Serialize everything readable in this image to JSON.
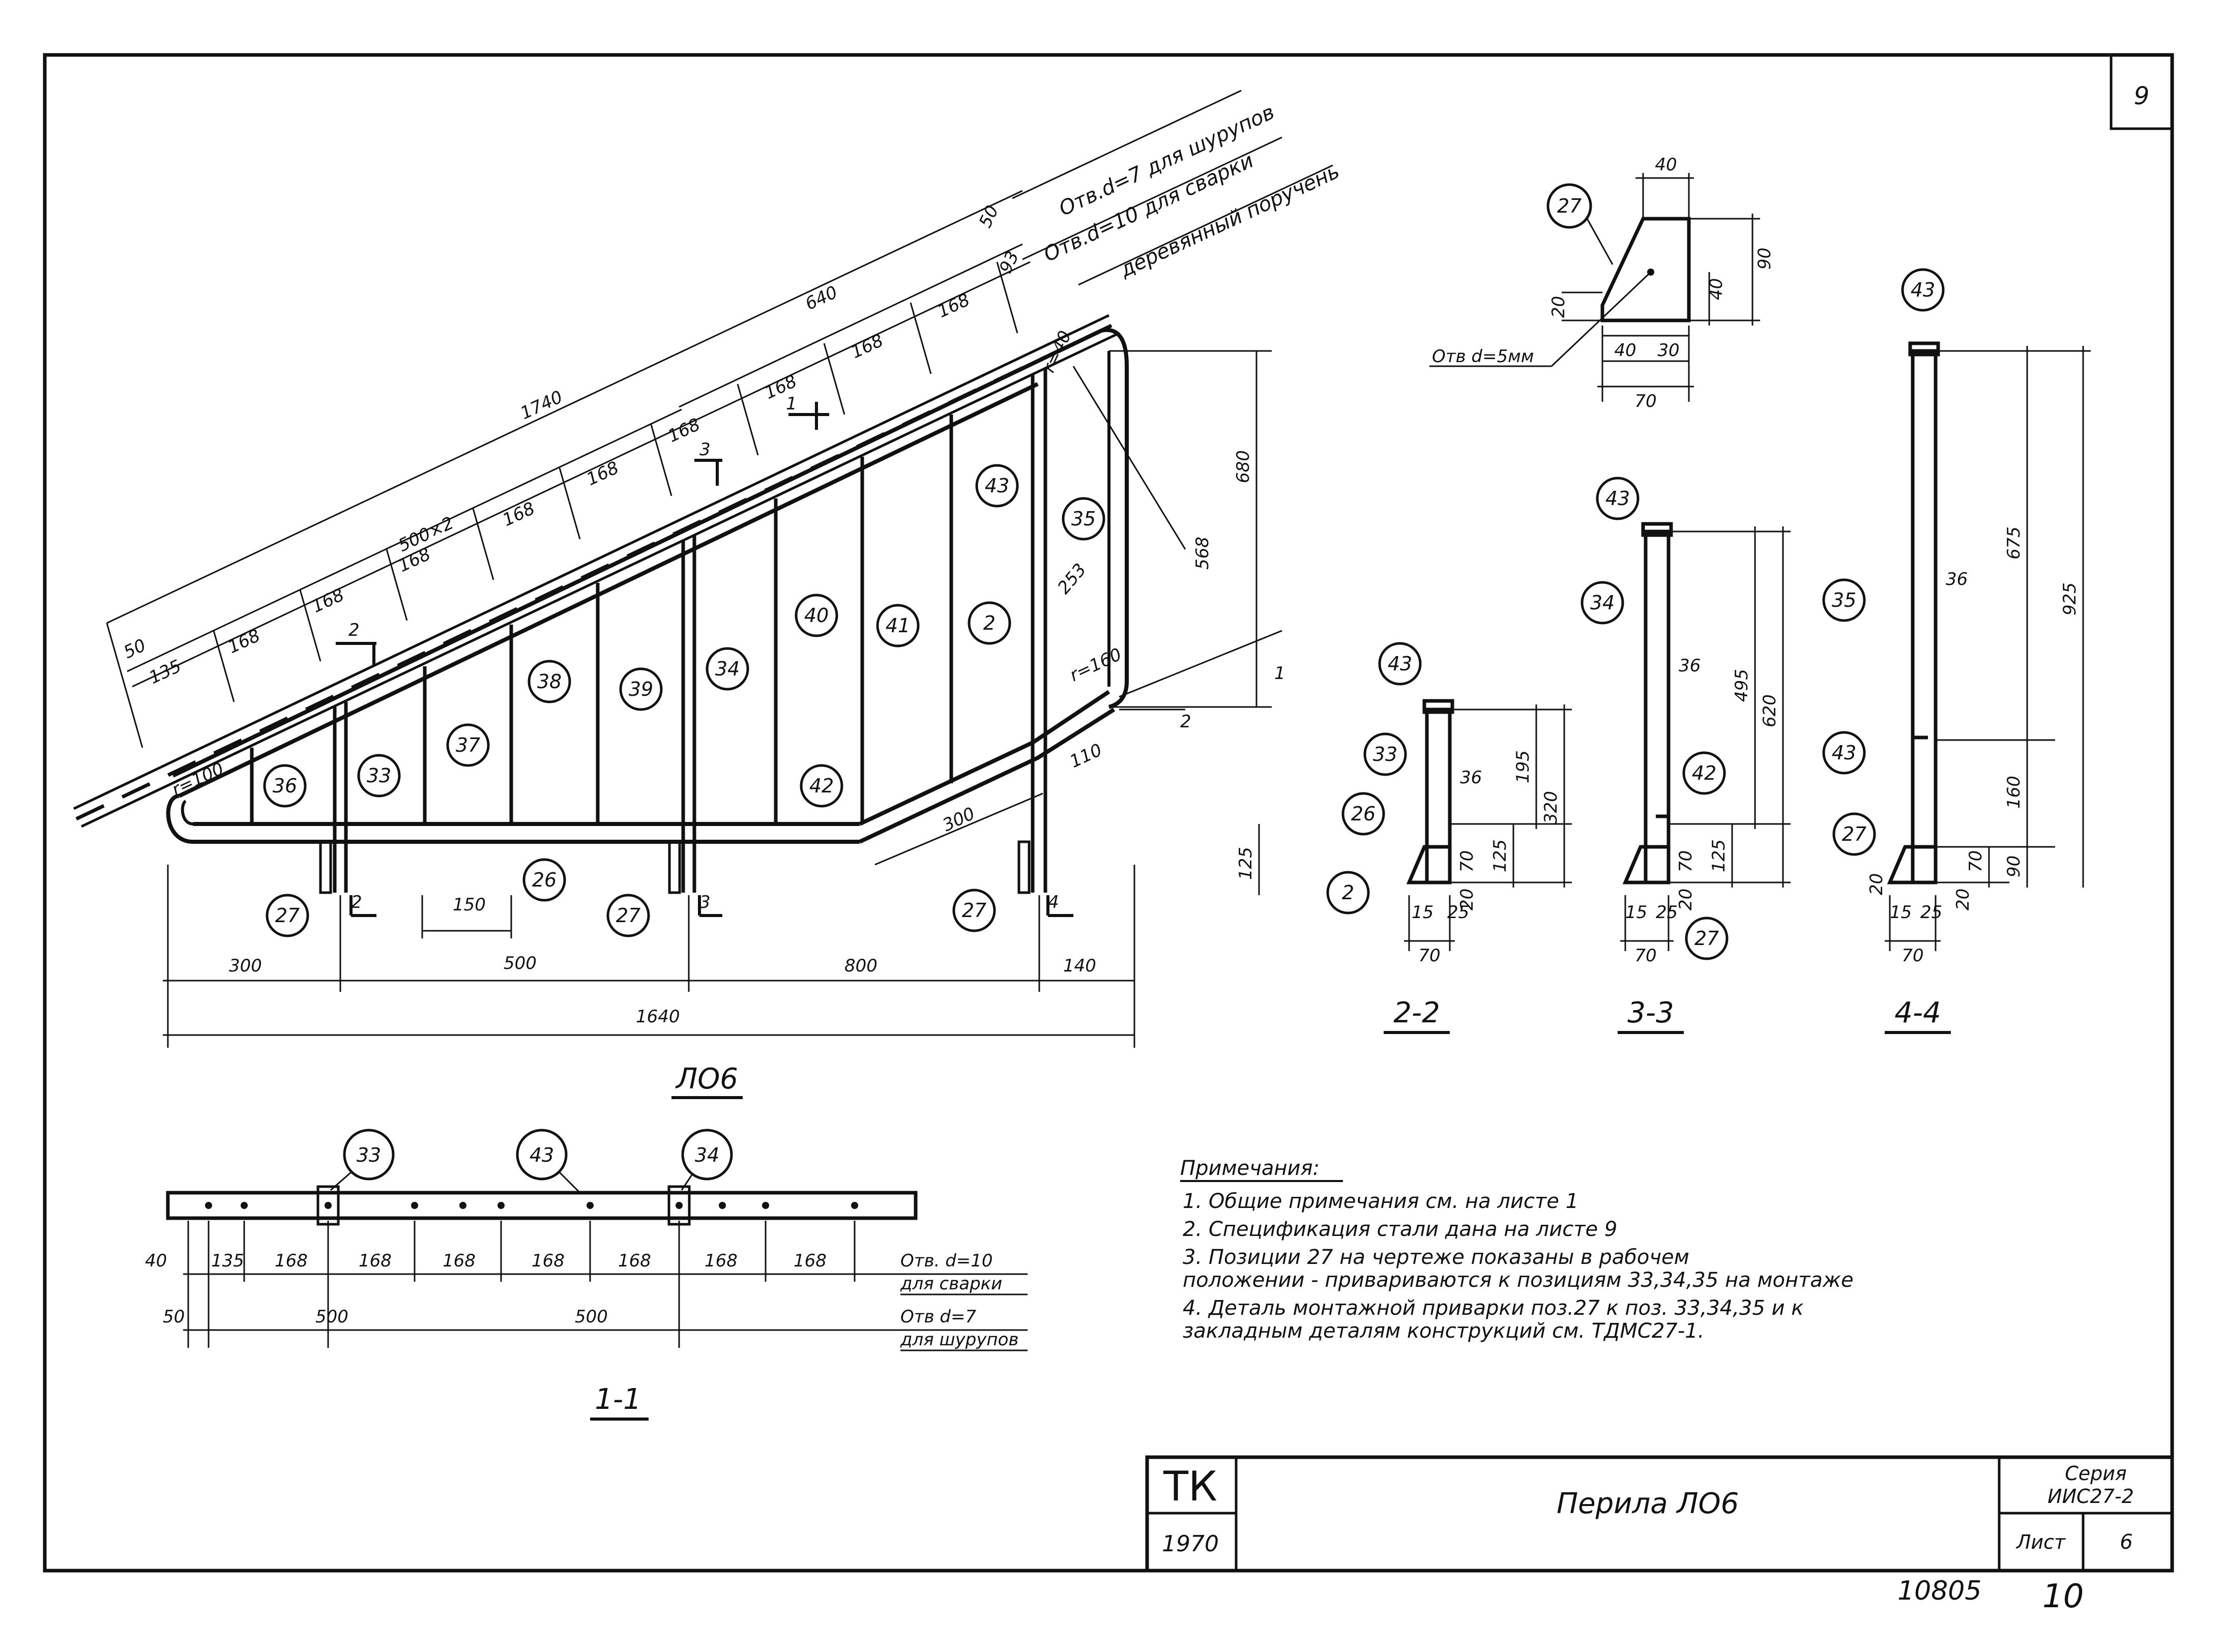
{
  "sheet": {
    "corner_number": "9",
    "bottom_number": "10805",
    "bottom_handwritten": "10"
  },
  "title_block": {
    "org": "ТК",
    "year": "1970",
    "title": "Перила ЛО6",
    "series_label": "Серия",
    "series": "ИИС27-2",
    "sheet_label": "Лист",
    "sheet_no": "6"
  },
  "main_view": {
    "label": "ЛО6",
    "handrail_length": "1740",
    "dim_640": "640",
    "dim_500x2": "500×2",
    "dim_168": "168",
    "dim_50": "50",
    "dim_135": "135",
    "dim_93": "93",
    "dim_680": "680",
    "dim_568": "568",
    "dim_253": "253",
    "dim_300": "300",
    "dim_500": "500",
    "dim_800": "800",
    "dim_140": "140",
    "dim_1640": "1640",
    "dim_150": "150",
    "dim_125": "125",
    "dim_110": "110",
    "dim_300b": "300",
    "radius_40": "r=40",
    "radius_160": "r=160",
    "radius_100": "r=100",
    "label_holes_screws": "Отв.d=7 для шурупов",
    "label_holes_weld": "Отв.d=10 для сварки",
    "label_wood_rail": "деревянный поручень",
    "cut_1": "1",
    "cut_2": "2",
    "cut_3": "3",
    "cut_4": "4",
    "ref_1": "1",
    "ref_2": "2"
  },
  "balloons": {
    "b27": "27",
    "b36": "36",
    "b33": "33",
    "b37": "37",
    "b38": "38",
    "b39": "39",
    "b34": "34",
    "b40": "40",
    "b41": "41",
    "b2": "2",
    "b43": "43",
    "b35": "35",
    "b42": "42",
    "b26": "26",
    "b1": "1",
    "b2s": "2"
  },
  "detail_27": {
    "dim_40": "40",
    "dim_90": "90",
    "dim_20": "20",
    "dim_40b": "40",
    "dim_30": "30",
    "dim_70": "70",
    "hole": "Отв d=5мм"
  },
  "section_2": {
    "label": "2-2",
    "dim_36": "36",
    "dim_195": "195",
    "dim_320": "320",
    "dim_125": "125",
    "dim_70": "70",
    "dim_20": "20",
    "dim_15": "15",
    "dim_25": "25",
    "dim_70b": "70"
  },
  "section_3": {
    "label": "3-3",
    "dim_36": "36",
    "dim_495": "495",
    "dim_620": "620",
    "dim_125": "125",
    "dim_70": "70",
    "dim_20": "20",
    "dim_15": "15",
    "dim_25": "25",
    "dim_70b": "70"
  },
  "section_4": {
    "label": "4-4",
    "dim_36": "36",
    "dim_675": "675",
    "dim_925": "925",
    "dim_160": "160",
    "dim_90": "90",
    "dim_70": "70",
    "dim_20": "20",
    "dim_20b": "20",
    "dim_15": "15",
    "dim_25": "25",
    "dim_70b": "70"
  },
  "section_1": {
    "label": "1-1",
    "dims_top": [
      "135",
      "168",
      "168",
      "168",
      "168",
      "168",
      "168",
      "168"
    ],
    "dim_40": "40",
    "dim_50": "50",
    "dim_500a": "500",
    "dim_500b": "500",
    "hole_weld_1": "Отв. d=10",
    "hole_weld_2": "для сварки",
    "hole_screw_1": "Отв d=7",
    "hole_screw_2": "для шурупов"
  },
  "notes": {
    "heading": "Примечания:",
    "items": [
      "1.  Общие примечания см. на листе 1",
      "2.  Спецификация стали дана на листе 9",
      "3.  Позиции 27 на чертеже показаны в рабочем",
      "     положении - привариваются к позициям 33,34,35 на монтаже",
      "4.  Деталь монтажной приварки поз.27 к поз. 33,34,35 и к",
      "     закладным деталям  конструкций  см. ТДМС27-1."
    ]
  }
}
